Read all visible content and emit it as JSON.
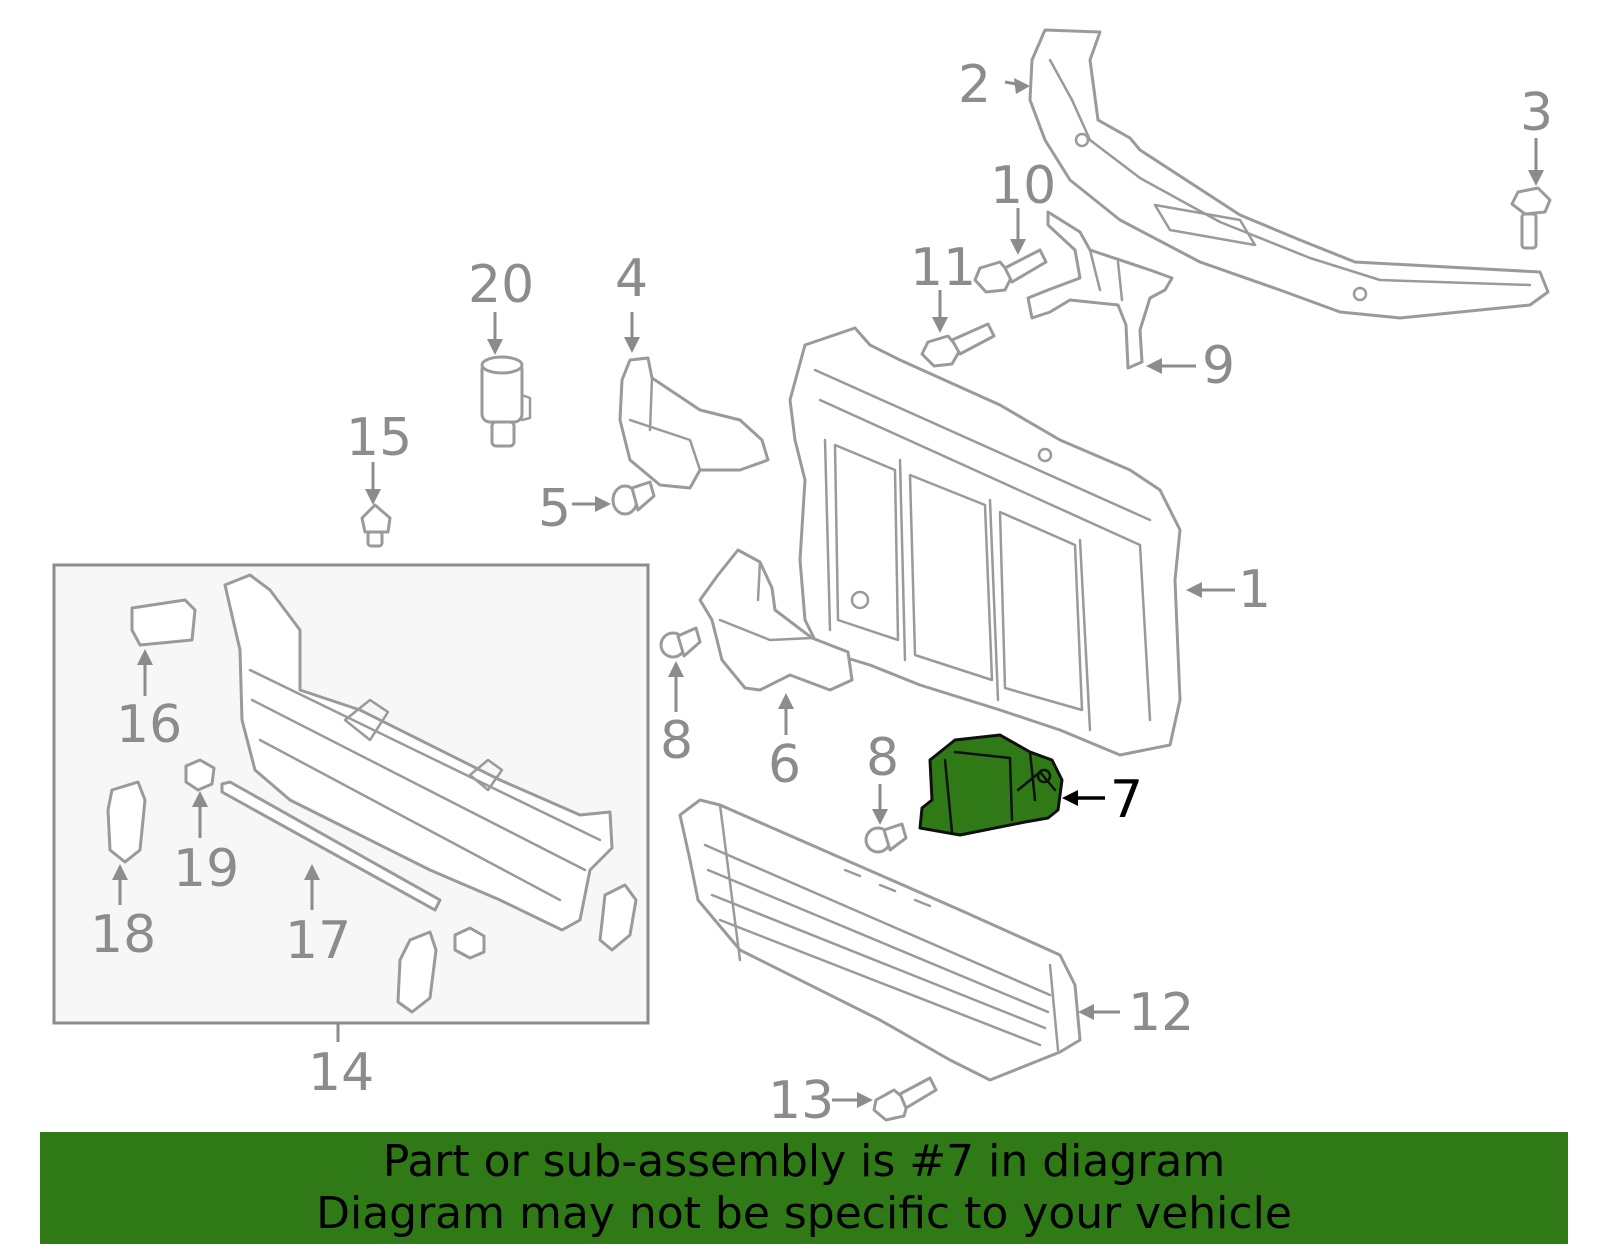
{
  "callouts": {
    "c1": "1",
    "c2": "2",
    "c3": "3",
    "c4": "4",
    "c5": "5",
    "c6": "6",
    "c7": "7",
    "c8a": "8",
    "c8b": "8",
    "c9": "9",
    "c10": "10",
    "c11": "11",
    "c12": "12",
    "c13": "13",
    "c14": "14",
    "c15": "15",
    "c16": "16",
    "c17": "17",
    "c18": "18",
    "c19": "19",
    "c20": "20"
  },
  "highlight": {
    "part_number": "7",
    "color": "#2f7a17"
  },
  "banner": {
    "line1": "Part or sub-assembly is #7 in diagram",
    "line2": "Diagram may not be specific to your vehicle",
    "background": "#2f7a17"
  }
}
